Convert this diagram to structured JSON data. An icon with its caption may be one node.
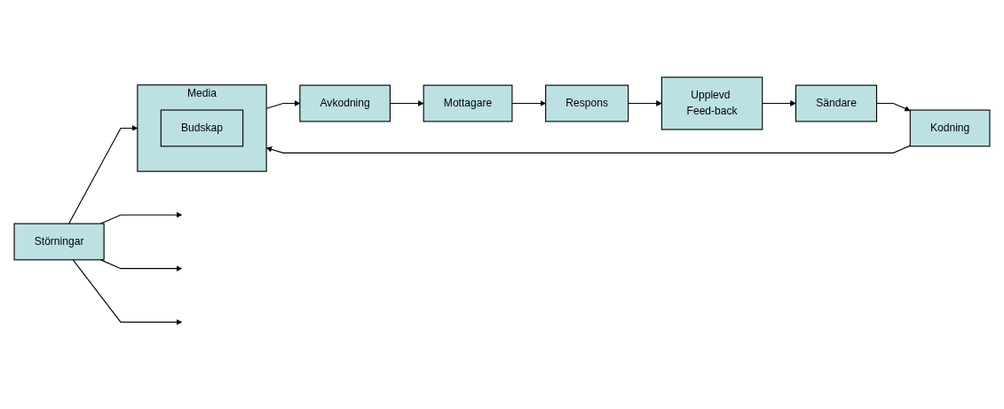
{
  "diagram": {
    "nodes": [
      {
        "text": [
          "Sändare"
        ]
      },
      {
        "text": [
          "Kodning"
        ]
      },
      {
        "text": [
          "Media"
        ]
      },
      {
        "text": [
          "Budskap"
        ],
        "in": 2
      },
      {
        "text": [
          "Avkodning"
        ]
      },
      {
        "text": [
          "Mottagare"
        ]
      },
      {
        "text": [
          "Störningar"
        ]
      },
      {
        "text": [
          "Upplevd Feed-back"
        ]
      },
      {
        "text": [
          "Respons"
        ]
      }
    ],
    "edges": [
      {
        "from": 0,
        "to": 1,
        "arrow": "to"
      },
      {
        "from": 1,
        "to": 2,
        "arrow": "to"
      },
      {
        "from": 2,
        "to": 4,
        "arrow": "to"
      },
      {
        "from": 4,
        "to": 5,
        "arrow": "to"
      },
      {
        "from": 5,
        "to": 8,
        "arrow": "to"
      },
      {
        "from": 8,
        "to": 7,
        "arrow": "to"
      },
      {
        "from": 7,
        "to": 0,
        "arrow": "to"
      },
      {
        "from": 6,
        "to": 2,
        "arrow": "to"
      },
      {
        "from": 6,
        "to": null,
        "arrow": "to"
      },
      {
        "from": 6,
        "to": null,
        "arrow": "to"
      },
      {
        "from": 6,
        "to": null,
        "arrow": "to"
      }
    ]
  }
}
